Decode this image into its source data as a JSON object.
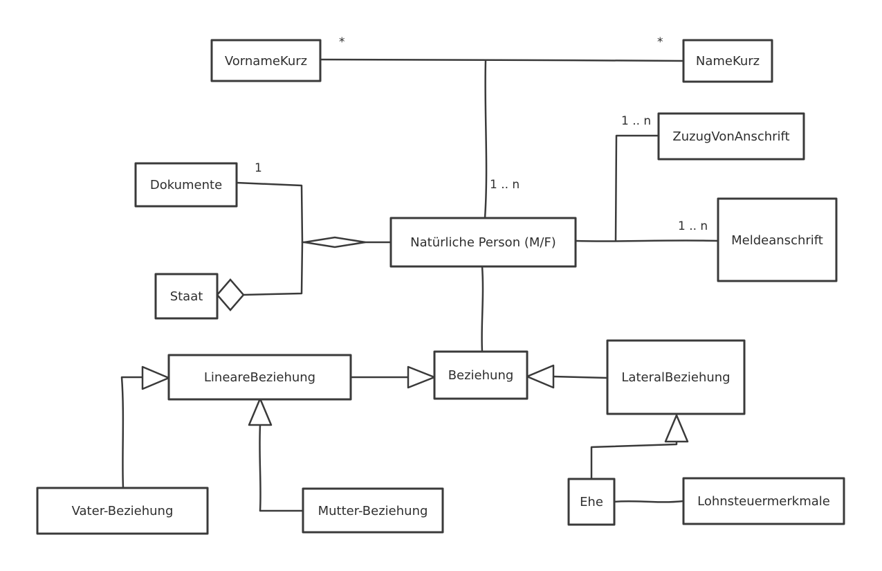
{
  "diagram": {
    "nodes": {
      "vornamekurz": "VornameKurz",
      "namekurz": "NameKurz",
      "zuzug": "ZuzugVonAnschrift",
      "dokumente": "Dokumente",
      "person": "Natürliche Person (M/F)",
      "melde": "Meldeanschrift",
      "staat": "Staat",
      "lineare": "LineareBeziehung",
      "beziehung": "Beziehung",
      "lateral": "LateralBeziehung",
      "vater": "Vater-Beziehung",
      "mutter": "Mutter-Beziehung",
      "ehe": "Ehe",
      "lohn": "Lohnsteuermerkmale"
    },
    "multiplicities": {
      "vorname_star": "*",
      "name_star": "*",
      "person_top": "1 .. n",
      "zuzug": "1 .. n",
      "melde": "1 .. n",
      "dokumente": "1"
    }
  }
}
